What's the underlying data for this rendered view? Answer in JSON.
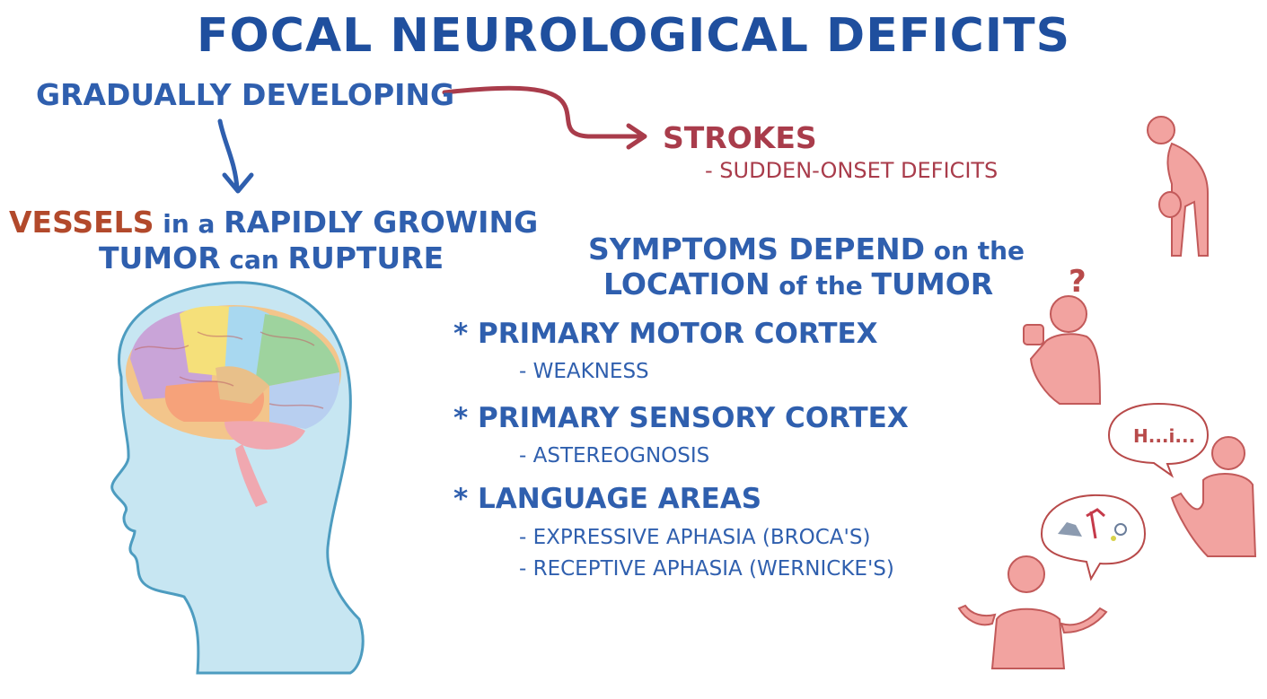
{
  "title": "FOCAL NEUROLOGICAL DEFICITS",
  "gradually": "GRADUALLY DEVELOPING",
  "strokes": {
    "label": "STROKES",
    "sub": "- SUDDEN-ONSET DEFICITS"
  },
  "vessels": {
    "word1": "VESSELS",
    "word2": " in a ",
    "word3": "RAPIDLY GROWING",
    "line2a": "TUMOR",
    "line2b": " can ",
    "line2c": "RUPTURE"
  },
  "symptoms": {
    "l1a": "SYMPTOMS DEPEND",
    "l1b": " on the",
    "l2a": "LOCATION",
    "l2b": " of the ",
    "l2c": "TUMOR"
  },
  "sections": [
    {
      "bullet": "*",
      "heading": "PRIMARY MOTOR CORTEX",
      "items": [
        "- WEAKNESS"
      ]
    },
    {
      "bullet": "*",
      "heading": "PRIMARY SENSORY CORTEX",
      "items": [
        "- ASTEREOGNOSIS"
      ]
    },
    {
      "bullet": "*",
      "heading": "LANGUAGE AREAS",
      "items": [
        "- EXPRESSIVE APHASIA (BROCA'S)",
        "- RECEPTIVE APHASIA (WERNICKE'S)"
      ]
    }
  ],
  "illustrations": {
    "question_mark": "?",
    "speech_bubble": "H...i..."
  },
  "colors": {
    "title": "#1f4f9e",
    "text_blue": "#2f5fae",
    "stroke_red": "#a93c4b",
    "vessels_orange": "#b2492b",
    "head_fill": "#c7e6f2",
    "figure_fill": "#f2a3a0"
  },
  "icons": [
    "arrow-right-icon",
    "arrow-down-icon",
    "brain-icon",
    "person-icon",
    "speech-bubble-icon",
    "mug-icon",
    "purse-icon"
  ]
}
